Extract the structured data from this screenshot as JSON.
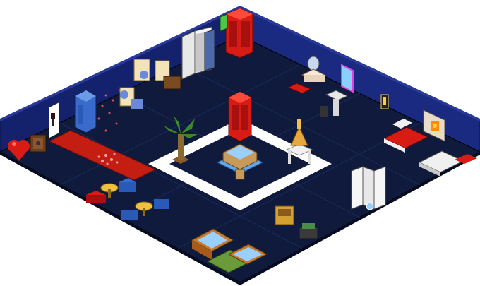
{
  "room": {
    "name": "",
    "style": "isometric pixel-art hotel room",
    "colors": {
      "wall": "#14226e",
      "wall_dark": "#0e1850",
      "floor": "#0f1a3c",
      "floor_line": "#1a2a5a",
      "rug_white": "#ffffff",
      "carpet_red": "#c41e12",
      "phonebox_red": "#d81b14",
      "wood": "#c87a2a",
      "pool_water": "#5fa8e8"
    }
  },
  "furniture": [
    {
      "id": "red-phone-box-wall",
      "icon": "phone-box-icon"
    },
    {
      "id": "red-phone-box-center",
      "icon": "phone-box-icon"
    },
    {
      "id": "pool-fountain",
      "icon": "fountain-icon"
    },
    {
      "id": "palm-tree",
      "icon": "palm-icon"
    },
    {
      "id": "gold-trophy-stand",
      "icon": "trophy-icon"
    },
    {
      "id": "blue-portaloo-left",
      "icon": "portaloo-icon"
    },
    {
      "id": "white-lockers",
      "icon": "locker-icon"
    },
    {
      "id": "cinema-seats",
      "icon": "seat-icon"
    },
    {
      "id": "red-carpet",
      "icon": "carpet-icon"
    },
    {
      "id": "heart-sofa",
      "icon": "heart-icon"
    },
    {
      "id": "vanity-table",
      "icon": "vanity-icon"
    },
    {
      "id": "neon-mirror",
      "icon": "mirror-icon"
    },
    {
      "id": "sink-basin",
      "icon": "sink-icon"
    },
    {
      "id": "wall-lantern",
      "icon": "lantern-icon"
    },
    {
      "id": "fireplace",
      "icon": "fireplace-icon"
    },
    {
      "id": "red-bed",
      "icon": "bed-icon"
    },
    {
      "id": "white-bed",
      "icon": "bed-icon"
    },
    {
      "id": "room-divider-screen",
      "icon": "screen-icon"
    },
    {
      "id": "cafe-table-set-1",
      "icon": "table-icon"
    },
    {
      "id": "cafe-table-set-2",
      "icon": "table-icon"
    },
    {
      "id": "armchair-gold",
      "icon": "armchair-icon"
    },
    {
      "id": "hot-tub-1",
      "icon": "tub-icon"
    },
    {
      "id": "hot-tub-2",
      "icon": "tub-icon"
    },
    {
      "id": "safe-box",
      "icon": "safe-icon"
    },
    {
      "id": "door",
      "icon": "door-icon"
    }
  ]
}
